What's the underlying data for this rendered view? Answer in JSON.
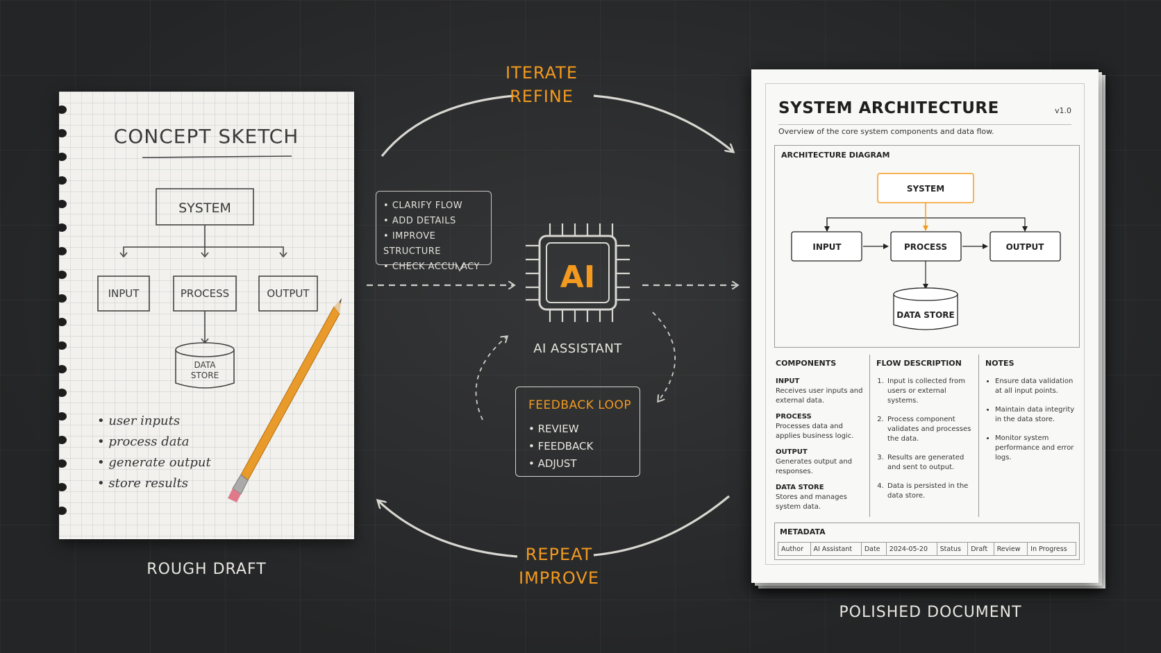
{
  "top_flow": {
    "line1": "ITERATE",
    "line2": "REFINE"
  },
  "bottom_flow": {
    "line1": "REPEAT",
    "line2": "IMPROVE"
  },
  "sketch": {
    "title": "CONCEPT SKETCH",
    "system": "SYSTEM",
    "input": "INPUT",
    "process": "PROCESS",
    "output": "OUTPUT",
    "datastore_line1": "DATA",
    "datastore_line2": "STORE",
    "bullets": [
      "user inputs",
      "process data",
      "generate output",
      "store results"
    ],
    "caption": "ROUGH DRAFT"
  },
  "suggestions": [
    "CLARIFY FLOW",
    "ADD DETAILS",
    "IMPROVE STRUCTURE",
    "CHECK ACCURACY"
  ],
  "ai": {
    "chip_label": "AI",
    "caption": "AI ASSISTANT"
  },
  "feedback": {
    "title": "FEEDBACK LOOP",
    "items": [
      "REVIEW",
      "FEEDBACK",
      "ADJUST"
    ]
  },
  "doc": {
    "title": "SYSTEM ARCHITECTURE",
    "version": "v1.0",
    "subtitle": "Overview of the core system components and data flow.",
    "diagram_label": "ARCHITECTURE DIAGRAM",
    "nodes": {
      "system": "SYSTEM",
      "input": "INPUT",
      "process": "PROCESS",
      "output": "OUTPUT",
      "datastore": "DATA STORE"
    },
    "components_title": "COMPONENTS",
    "components": [
      {
        "name": "INPUT",
        "desc": "Receives user inputs and external data."
      },
      {
        "name": "PROCESS",
        "desc": "Processes data and applies business logic."
      },
      {
        "name": "OUTPUT",
        "desc": "Generates output and responses."
      },
      {
        "name": "DATA STORE",
        "desc": "Stores and manages system data."
      }
    ],
    "flow_title": "FLOW DESCRIPTION",
    "flow": [
      "Input is collected from users or external systems.",
      "Process component validates and processes the data.",
      "Results are generated and sent to output.",
      "Data is persisted in the data store."
    ],
    "notes_title": "NOTES",
    "notes": [
      "Ensure data validation at all input points.",
      "Maintain data integrity in the data store.",
      "Monitor system performance and error logs."
    ],
    "metadata_title": "METADATA",
    "metadata": {
      "author_label": "Author",
      "author": "AI Assistant",
      "date_label": "Date",
      "date": "2024-05-20",
      "status_label": "Status",
      "status": "Draft",
      "review_label": "Review",
      "review": "In Progress"
    },
    "caption": "POLISHED DOCUMENT"
  },
  "colors": {
    "accent": "#f39a1f",
    "chalk": "#e9e7e2",
    "board": "#2a2b2c"
  }
}
